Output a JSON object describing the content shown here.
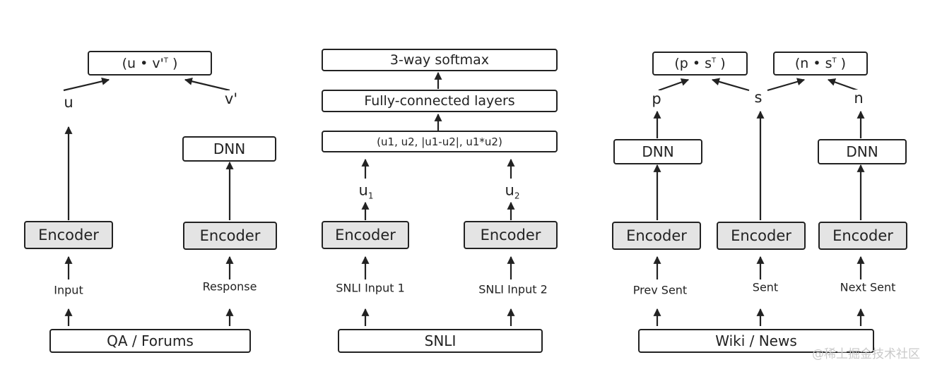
{
  "qa_panel": {
    "source": "QA / Forums",
    "input_label": "Input",
    "response_label": "Response",
    "encoder_left": "Encoder",
    "encoder_right": "Encoder",
    "dnn": "DNN",
    "u_label": "u",
    "v_label": "v'",
    "dot_product_label": "(u • v'",
    "dot_product_sup": "T",
    "dot_product_close": " )"
  },
  "snli_panel": {
    "source": "SNLI",
    "input1_label": "SNLI Input 1",
    "input2_label": "SNLI Input 2",
    "encoder_left": "Encoder",
    "encoder_right": "Encoder",
    "u1_base": "u",
    "u1_sub": "1",
    "u2_base": "u",
    "u2_sub": "2",
    "features_label": "(u1, u2, |u1-u2|, u1*u2)",
    "fc_label": "Fully-connected layers",
    "softmax_label": "3-way softmax"
  },
  "wiki_panel": {
    "source": "Wiki / News",
    "prev_label": "Prev Sent",
    "sent_label": "Sent",
    "next_label": "Next Sent",
    "encoder_prev": "Encoder",
    "encoder_sent": "Encoder",
    "encoder_next": "Encoder",
    "dnn_prev": "DNN",
    "dnn_next": "DNN",
    "p_label": "p",
    "s_label": "s",
    "n_label": "n",
    "ps_label": "(p • s",
    "ps_sup": "T",
    "ps_close": " )",
    "ns_label": "(n • s",
    "ns_sup": "T",
    "ns_close": " )"
  },
  "watermark": "@稀土掘金技术社区"
}
